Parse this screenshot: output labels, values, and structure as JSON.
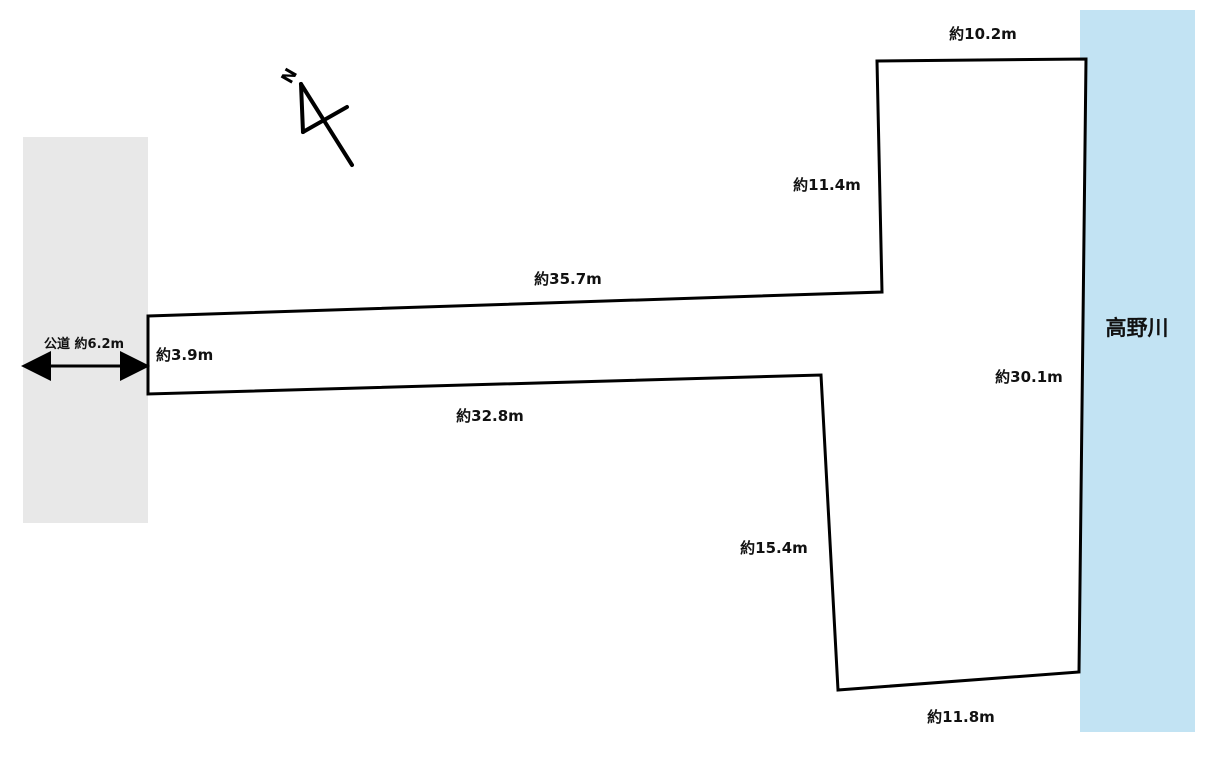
{
  "road": {
    "label": "公道 約6.2m",
    "color": "#e8e8e8"
  },
  "river": {
    "label": "高野川",
    "color": "#c2e3f3"
  },
  "north": {
    "label": "N"
  },
  "dimensions": {
    "top": "約10.2m",
    "upper_left_side": "約11.4m",
    "upper_long": "約35.7m",
    "frontage": "約3.9m",
    "lower_long": "約32.8m",
    "right_side": "約30.1m",
    "lower_left_side": "約15.4m",
    "bottom": "約11.8m"
  }
}
